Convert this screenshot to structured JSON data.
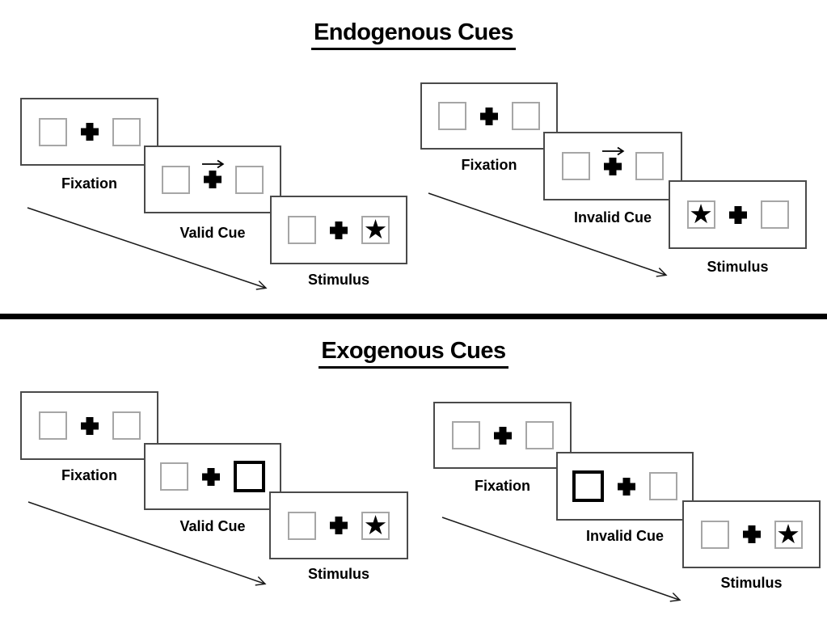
{
  "diagram": {
    "sections": [
      {
        "title": "Endogenous Cues",
        "groups": [
          {
            "name": "valid-trial",
            "panels": [
              {
                "label": "Fixation",
                "type": "fixation"
              },
              {
                "label": "Valid Cue",
                "type": "arrow-cue",
                "cue": "right-arrow"
              },
              {
                "label": "Stimulus",
                "type": "stimulus",
                "star_in": "right"
              }
            ]
          },
          {
            "name": "invalid-trial",
            "panels": [
              {
                "label": "Fixation",
                "type": "fixation"
              },
              {
                "label": "Invalid Cue",
                "type": "arrow-cue",
                "cue": "right-arrow"
              },
              {
                "label": "Stimulus",
                "type": "stimulus",
                "star_in": "left"
              }
            ]
          }
        ]
      },
      {
        "title": "Exogenous Cues",
        "groups": [
          {
            "name": "valid-trial",
            "panels": [
              {
                "label": "Fixation",
                "type": "fixation"
              },
              {
                "label": "Valid Cue",
                "type": "box-cue",
                "cue": "right-box-highlight"
              },
              {
                "label": "Stimulus",
                "type": "stimulus",
                "star_in": "right"
              }
            ]
          },
          {
            "name": "invalid-trial",
            "panels": [
              {
                "label": "Fixation",
                "type": "fixation"
              },
              {
                "label": "Invalid Cue",
                "type": "box-cue",
                "cue": "left-box-highlight"
              },
              {
                "label": "Stimulus",
                "type": "stimulus",
                "star_in": "right"
              }
            ]
          }
        ]
      }
    ],
    "icons": {
      "star": "★",
      "fixation_cross": "plus-cross",
      "cue_arrow": "right-arrow",
      "sequence_arrow": "diagonal-down-right-arrow"
    },
    "colors": {
      "background": "#ffffff",
      "panel_border": "#4a4a4a",
      "box_border": "#a6a6a6",
      "cue_box_border": "#000000",
      "ink": "#000000"
    }
  }
}
